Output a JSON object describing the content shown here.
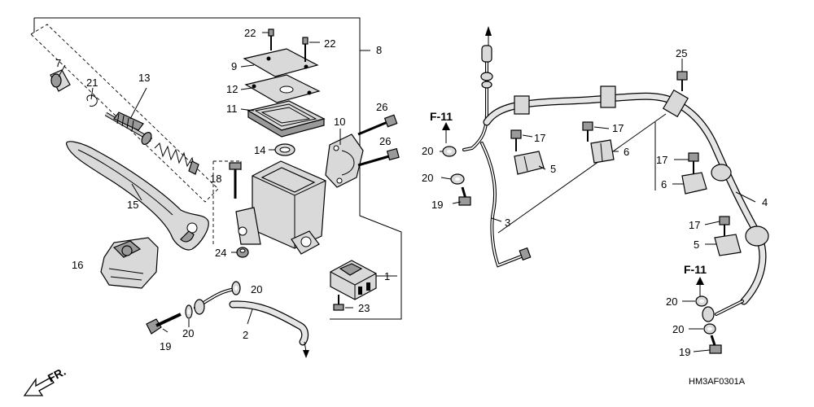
{
  "diagram": {
    "code": "HM3AF0301A",
    "direction_label": "FR.",
    "ref_labels": [
      "F-11",
      "F-11"
    ],
    "part_numbers": [
      "22",
      "22",
      "9",
      "12",
      "11",
      "8",
      "7",
      "21",
      "13",
      "10",
      "26",
      "26",
      "14",
      "18",
      "15",
      "16",
      "24",
      "1",
      "23",
      "20",
      "20",
      "2",
      "19",
      "F-11",
      "20",
      "20",
      "19",
      "3",
      "17",
      "5",
      "17",
      "6",
      "25",
      "17",
      "6",
      "4",
      "17",
      "5",
      "20",
      "20",
      "19"
    ]
  },
  "colors": {
    "ink": "#000000",
    "fill": "#d9d9d9",
    "shade": "#9a9a9a",
    "background": "#ffffff"
  }
}
